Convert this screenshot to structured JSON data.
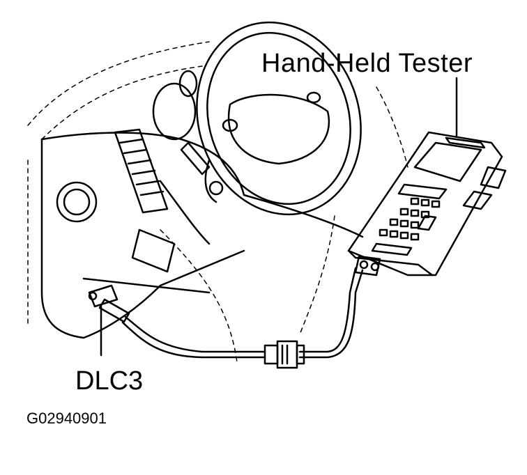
{
  "labels": {
    "tester": "Hand-Held  Tester",
    "connector": "DLC3",
    "figure_code": "G02940901"
  },
  "colors": {
    "line": "#000000",
    "background": "#ffffff"
  }
}
